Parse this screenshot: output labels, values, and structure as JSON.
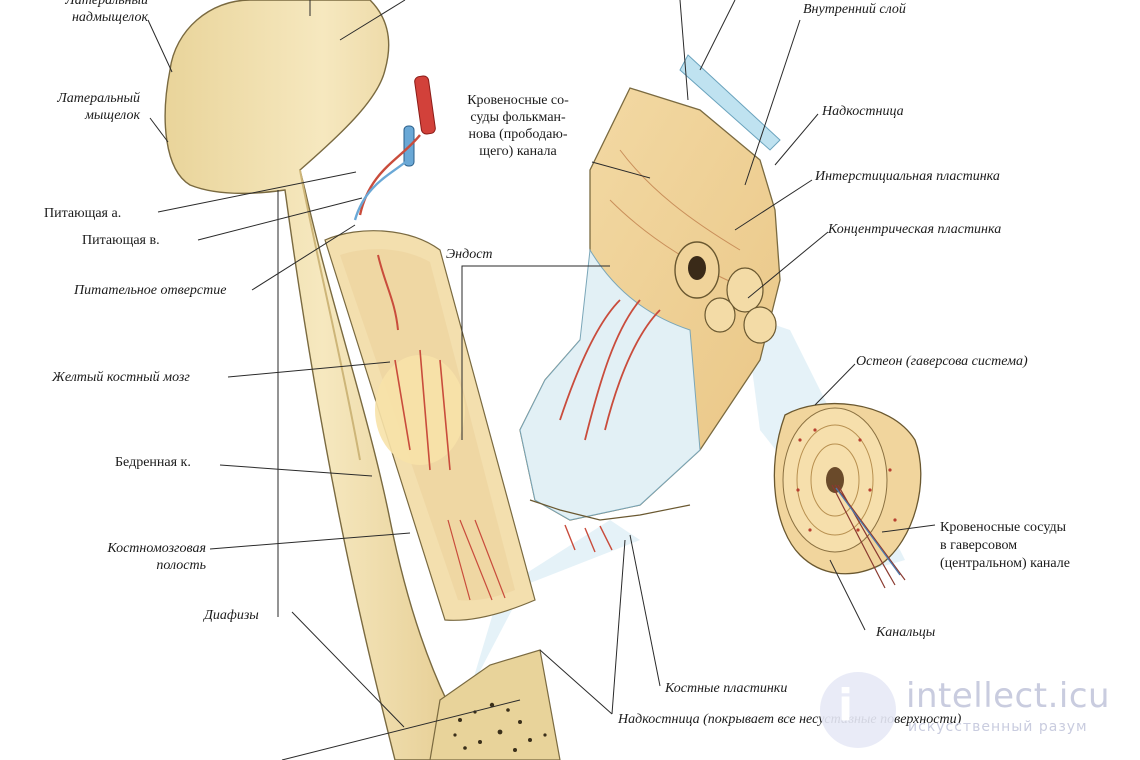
{
  "labels": {
    "lateral_epicondyle": "Латеральный\nнадмыщелок",
    "lateral_condyle": "Латеральный\nмыщелок",
    "nutrient_artery": "Питающая а.",
    "nutrient_vein": "Питающая в.",
    "nutrient_foramen": "Питательное отверстие",
    "yellow_marrow": "Желтый костный мозг",
    "femur": "Бедренная к.",
    "medullary_cavity": "Костномозговая\nполость",
    "diaphysis": "Диафизы",
    "volkmann_vessels": "Кровеносные со-\nсуды фолькман-\nнова (прободаю-\nщего) канала",
    "endosteum": "Эндост",
    "inner_layer": "Внутренний слой",
    "periosteum": "Надкостница",
    "interstitial_lamella": "Интерстициальная пластинка",
    "concentric_lamella": "Концентрическая пластинка",
    "osteon": "Остеон (гаверсова система)",
    "haversian_vessels": "Кровеносные сосуды\nв гаверсовом\n(центральном) канале",
    "canaliculi": "Канальцы",
    "bone_lamellae": "Костные пластинки",
    "periosteum_covers": "Надкостница (покрывает все несуставные поверхности)"
  },
  "watermark": {
    "logo_letter": "i",
    "site": "intellect.icu",
    "tagline": "искусственный разум"
  }
}
